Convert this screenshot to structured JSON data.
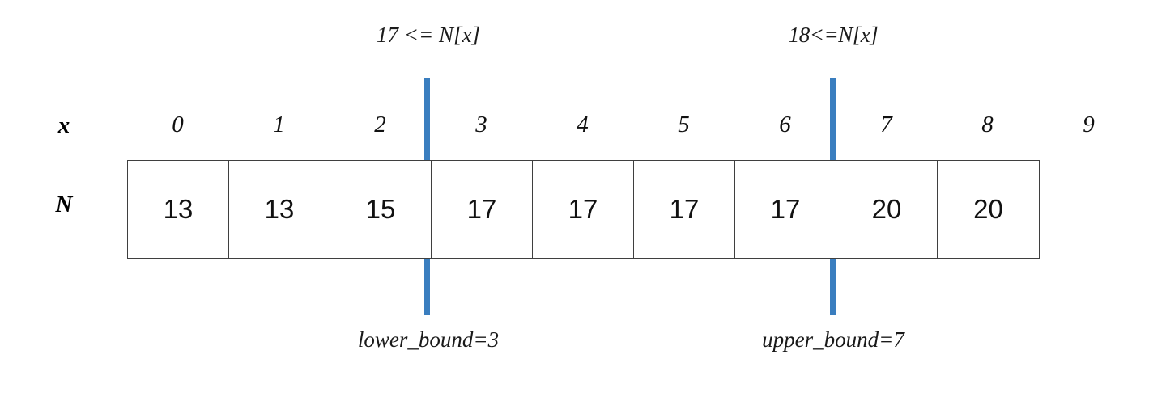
{
  "diagram": {
    "title": "binary-search-bounds-illustration",
    "accent_color": "#3A7EBF",
    "border_color": "#3f3f3f",
    "text_color": "#111111"
  },
  "row_labels": {
    "index_label": "x",
    "array_label": "N"
  },
  "indices": [
    "0",
    "1",
    "2",
    "3",
    "4",
    "5",
    "6",
    "7",
    "8",
    "9"
  ],
  "array": {
    "values": [
      "13",
      "13",
      "15",
      "17",
      "17",
      "17",
      "17",
      "20",
      "20"
    ]
  },
  "markers": [
    {
      "id": "lower",
      "condition_label": "17 <= N[x]",
      "bound_label": "lower_bound=3",
      "index": 3
    },
    {
      "id": "upper",
      "condition_label": "18<=N[x]",
      "bound_label": "upper_bound=7",
      "index": 7
    }
  ]
}
